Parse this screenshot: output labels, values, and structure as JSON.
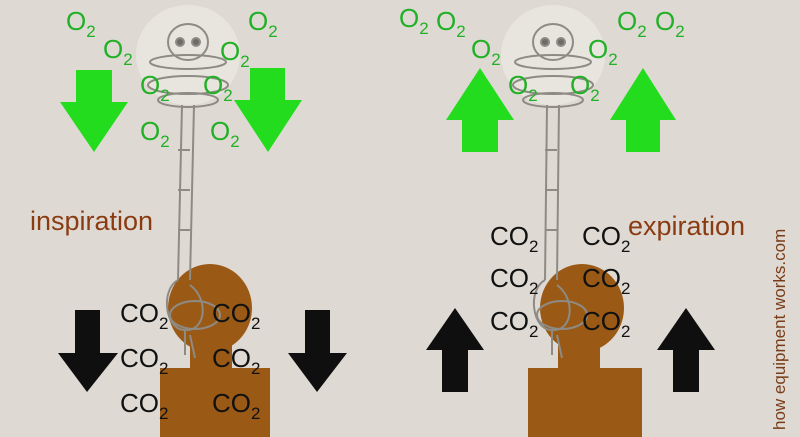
{
  "gases": {
    "oxygen": {
      "main": "O",
      "sub": "2"
    },
    "carbon_dioxide": {
      "main": "CO",
      "sub": "2"
    }
  },
  "phases": {
    "inspiration": "inspiration",
    "expiration": "expiration"
  },
  "credit": "how equipment works.com",
  "colors": {
    "background": "#dedad3",
    "oxygen": "#22b026",
    "co2": "#111111",
    "inflow_arrow": "#23dc1e",
    "outflow_arrow": "#0f0f0f",
    "figure": "#9a5a16",
    "label": "#8a3b12"
  }
}
